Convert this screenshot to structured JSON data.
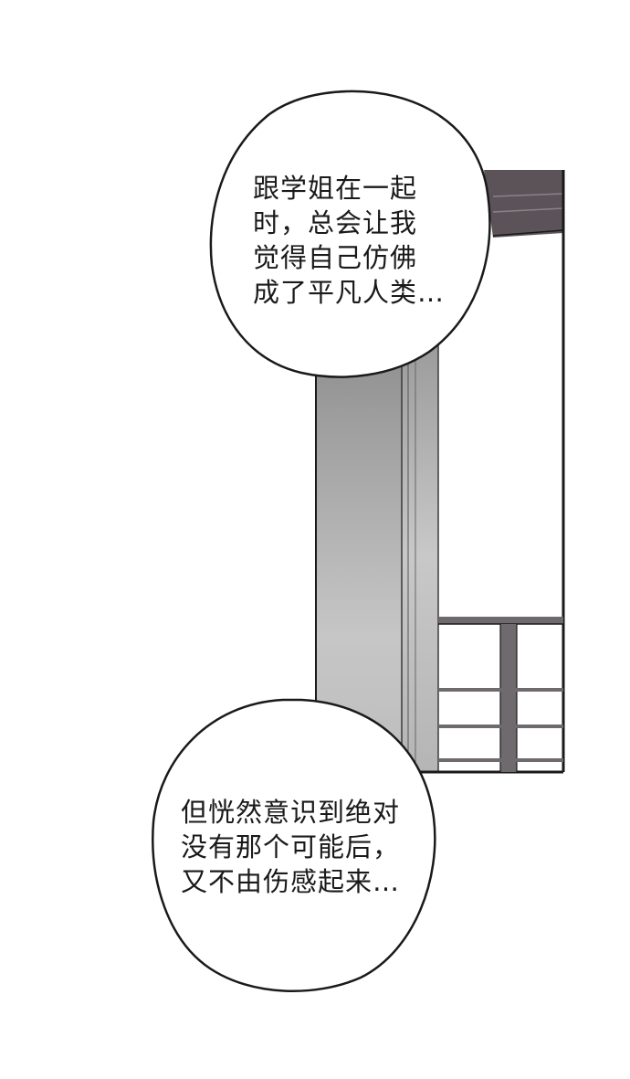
{
  "panel": {
    "bubble_top": {
      "lines": [
        "跟学姐在一起",
        "时，总会让我",
        "觉得自己仿佛",
        "成了平凡人类…"
      ]
    },
    "bubble_bottom": {
      "lines": [
        "但恍然意识到绝对",
        "没有那个可能后，",
        "又不由伤感起来…"
      ]
    }
  },
  "colors": {
    "background": "#ffffff",
    "ink": "#1a1a1a",
    "door_frame": "#5b5358",
    "wall_gray_light": "#d4d4d4",
    "wall_gray_dark": "#7d7d7d"
  }
}
